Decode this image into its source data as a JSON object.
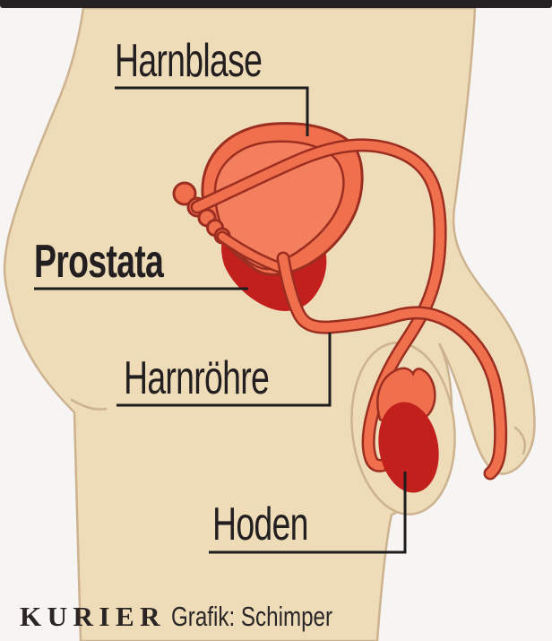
{
  "header": {
    "bar_color": "#262122"
  },
  "diagram": {
    "title_context": "Male pelvic anatomy (sagittal view)",
    "labels": {
      "bladder": "Harnblase",
      "prostate": "Prostata",
      "urethra": "Harnröhre",
      "testicle": "Hoden"
    },
    "colors": {
      "background": "#f6f5f3",
      "top_bar": "#262122",
      "skin": "#eedcb8",
      "skin_outline": "#cdb28f",
      "organ_salmon": "#f0704e",
      "organ_salmon_light": "#f37f5e",
      "organ_outline": "#9c2e21",
      "deep_red": "#c2201d",
      "label_text": "#231f20",
      "leader_line": "#1d1d1d"
    }
  },
  "footer": {
    "brand": "KURIER",
    "credit": "Grafik: Schimper"
  }
}
